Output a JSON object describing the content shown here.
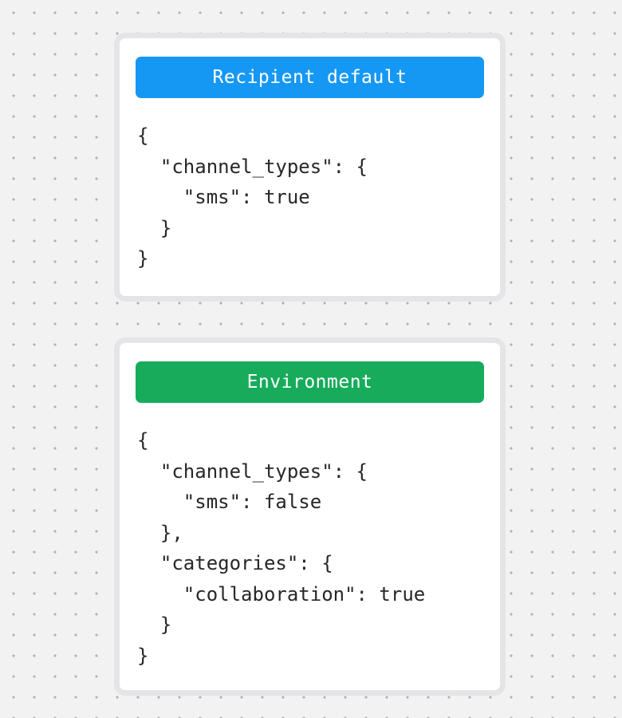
{
  "page": {
    "background_color": "#f2f2f3",
    "dot_color": "#b1b1b6",
    "card_border_color": "#e5e5e8",
    "code_text_color": "#27272a"
  },
  "cards": [
    {
      "header": {
        "label": "Recipient default",
        "color": "#1598f4",
        "text_color": "#ffffff"
      },
      "code": "{\n  \"channel_types\": {\n    \"sms\": true\n  }\n}"
    },
    {
      "header": {
        "label": "Environment",
        "color": "#17ab5c",
        "text_color": "#ffffff"
      },
      "code": "{\n  \"channel_types\": {\n    \"sms\": false\n  },\n  \"categories\": {\n    \"collaboration\": true\n  }\n}"
    }
  ]
}
